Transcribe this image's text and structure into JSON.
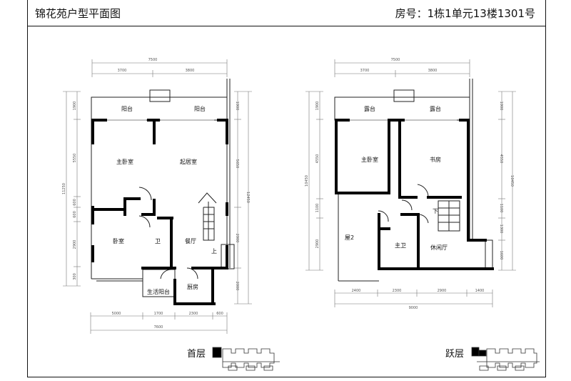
{
  "header": {
    "title": "锦花苑户型平面图",
    "room_number": "房号：1栋1单元13楼1301号"
  },
  "plan_first": {
    "caption": "首层",
    "dims_top_total": "7500",
    "dims_top": [
      "3700",
      "3800"
    ],
    "dims_bottom_total": "7600",
    "dims_bottom": [
      "5000",
      "1700",
      "2300",
      "600"
    ],
    "dims_left_total": "11250",
    "dims_left": [
      "1900",
      "5550",
      "600",
      "600",
      "2900",
      "300"
    ],
    "dims_right": [
      "1900",
      "5650",
      "2900",
      "2000"
    ],
    "dims_right_total": "12450",
    "rooms": {
      "balcony_left": "阳台",
      "balcony_right": "阳台",
      "master_bedroom": "主卧室",
      "living_room": "起居室",
      "bedroom": "卧室",
      "bathroom": "卫",
      "dining": "餐厅",
      "kitchen": "厨房",
      "utility_balcony": "生活阳台",
      "stair_up": "上"
    }
  },
  "plan_upper": {
    "caption": "跃层",
    "dims_top_total": "7500",
    "dims_top": [
      "3700",
      "3800"
    ],
    "dims_bottom_total": "9000",
    "dims_bottom": [
      "2400",
      "2300",
      "2900",
      "1400"
    ],
    "dims_left_total": "10450",
    "dims_left": [
      "1900",
      "4550",
      "1100",
      "2900"
    ],
    "dims_right": [
      "1900",
      "4550",
      "1100",
      "1300",
      "1600"
    ],
    "dims_right_total": "10450",
    "rooms": {
      "terrace_left": "露台",
      "terrace_right": "露台",
      "master_bedroom": "主卧室",
      "study": "书房",
      "room2": "屋2",
      "master_bath": "主卫",
      "lounge": "休闲厅",
      "stair_down": "下"
    }
  }
}
